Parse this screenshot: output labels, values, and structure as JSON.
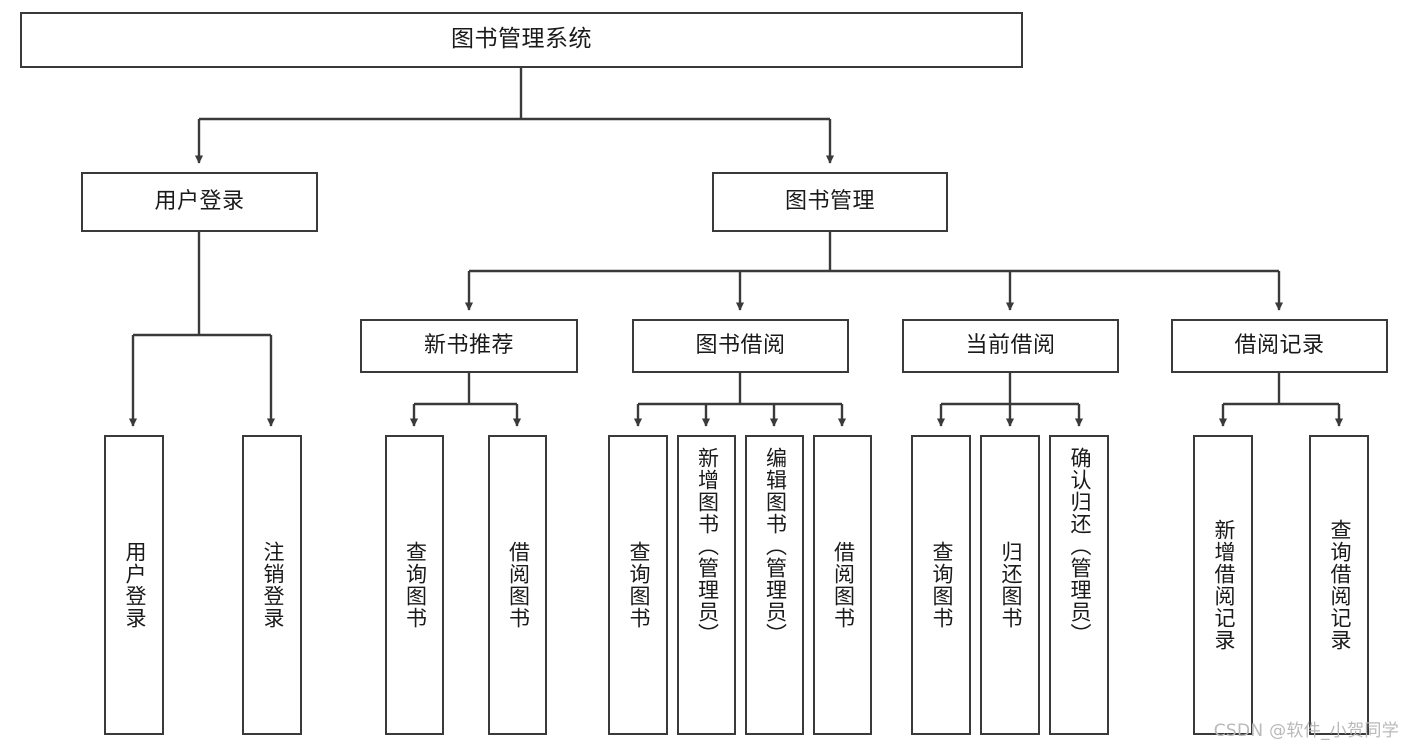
{
  "diagram": {
    "title": "图书管理系统",
    "watermark": "CSDN @软件_小贺同学",
    "colors": {
      "box_border": "#3a3a3a",
      "box_fill": "#ffffff",
      "edge": "#3a3a3a",
      "text": "#1a1a1a",
      "watermark": "#b9b9b9",
      "background": "#ffffff"
    },
    "root": {
      "label": "图书管理系统"
    },
    "level2": [
      {
        "label": "用户登录"
      },
      {
        "label": "图书管理"
      }
    ],
    "level3": [
      {
        "label": "新书推荐"
      },
      {
        "label": "图书借阅"
      },
      {
        "label": "当前借阅"
      },
      {
        "label": "借阅记录"
      }
    ],
    "leaves": {
      "user_login": [
        {
          "label": "用户登录"
        },
        {
          "label": "注销登录"
        }
      ],
      "new_book_recommend": [
        {
          "label": "查询图书"
        },
        {
          "label": "借阅图书"
        }
      ],
      "book_borrow": [
        {
          "label": "查询图书"
        },
        {
          "label": "新增图书（管理员）"
        },
        {
          "label": "编辑图书（管理员）"
        },
        {
          "label": "借阅图书"
        }
      ],
      "current_borrow": [
        {
          "label": "查询图书"
        },
        {
          "label": "归还图书"
        },
        {
          "label": "确认归还（管理员）"
        }
      ],
      "borrow_record": [
        {
          "label": "新增借阅记录"
        },
        {
          "label": "查询借阅记录"
        }
      ]
    }
  }
}
